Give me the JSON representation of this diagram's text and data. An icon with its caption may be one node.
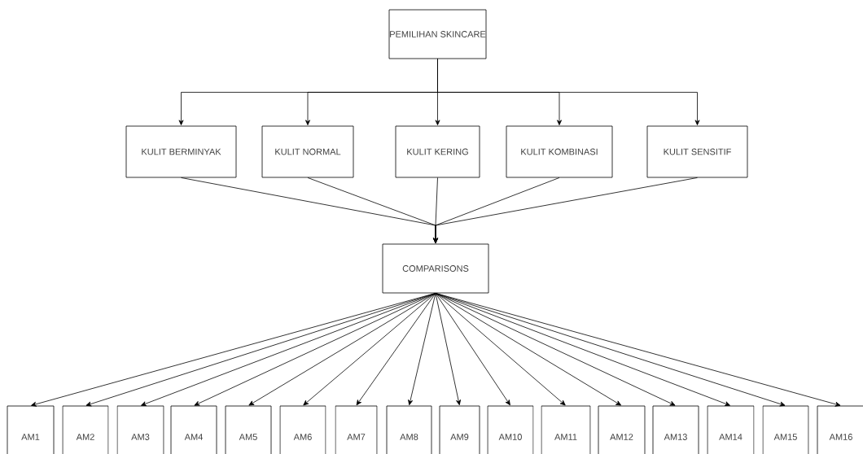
{
  "diagram": {
    "nodes": [
      {
        "text": [
          "PEMILIHAN SKINCARE"
        ]
      },
      {
        "text": [
          "KULIT BERMINYAK"
        ]
      },
      {
        "text": [
          "KULIT NORMAL"
        ]
      },
      {
        "text": [
          "KULIT KERING"
        ]
      },
      {
        "text": [
          "KULIT KOMBINASI"
        ]
      },
      {
        "text": [
          "KULIT SENSITIF"
        ]
      },
      {
        "text": [
          "COMPARISONS"
        ]
      },
      {
        "text": [
          "AM1"
        ]
      },
      {
        "text": [
          "AM2"
        ]
      },
      {
        "text": [
          "AM3"
        ]
      },
      {
        "text": [
          "AM4"
        ]
      },
      {
        "text": [
          "AM5"
        ]
      },
      {
        "text": [
          "AM6"
        ]
      },
      {
        "text": [
          "AM7"
        ]
      },
      {
        "text": [
          "AM8"
        ]
      },
      {
        "text": [
          "AM9"
        ]
      },
      {
        "text": [
          "AM10"
        ]
      },
      {
        "text": [
          "AM11"
        ]
      },
      {
        "text": [
          "AM12"
        ]
      },
      {
        "text": [
          "AM13"
        ]
      },
      {
        "text": [
          "AM14"
        ]
      },
      {
        "text": [
          "AM15"
        ]
      },
      {
        "text": [
          "AM16"
        ]
      }
    ],
    "edges": [
      {
        "from": 0,
        "to": 1,
        "arrow": "to"
      },
      {
        "from": 0,
        "to": 2,
        "arrow": "to"
      },
      {
        "from": 0,
        "to": 3,
        "arrow": "to"
      },
      {
        "from": 0,
        "to": 4,
        "arrow": "to"
      },
      {
        "from": 0,
        "to": 5,
        "arrow": "to"
      },
      {
        "from": 1,
        "to": 6,
        "arrow": "to"
      },
      {
        "from": 2,
        "to": 6,
        "arrow": "to"
      },
      {
        "from": 3,
        "to": 6,
        "arrow": "to"
      },
      {
        "from": 4,
        "to": 6,
        "arrow": "to"
      },
      {
        "from": 5,
        "to": 6,
        "arrow": "to"
      },
      {
        "from": 6,
        "to": 7,
        "arrow": "to"
      },
      {
        "from": 6,
        "to": 8,
        "arrow": "to"
      },
      {
        "from": 6,
        "to": 9,
        "arrow": "to"
      },
      {
        "from": 6,
        "to": 10,
        "arrow": "to"
      },
      {
        "from": 6,
        "to": 11,
        "arrow": "to"
      },
      {
        "from": 6,
        "to": 12,
        "arrow": "to"
      },
      {
        "from": 6,
        "to": 13,
        "arrow": "to"
      },
      {
        "from": 6,
        "to": 14,
        "arrow": "to"
      },
      {
        "from": 6,
        "to": 15,
        "arrow": "to"
      },
      {
        "from": 6,
        "to": 16,
        "arrow": "to"
      },
      {
        "from": 6,
        "to": 17,
        "arrow": "to"
      },
      {
        "from": 6,
        "to": 18,
        "arrow": "to"
      },
      {
        "from": 6,
        "to": 19,
        "arrow": "to"
      },
      {
        "from": 6,
        "to": 20,
        "arrow": "to"
      },
      {
        "from": 6,
        "to": 21,
        "arrow": "to"
      },
      {
        "from": 6,
        "to": 22,
        "arrow": "to"
      }
    ]
  }
}
